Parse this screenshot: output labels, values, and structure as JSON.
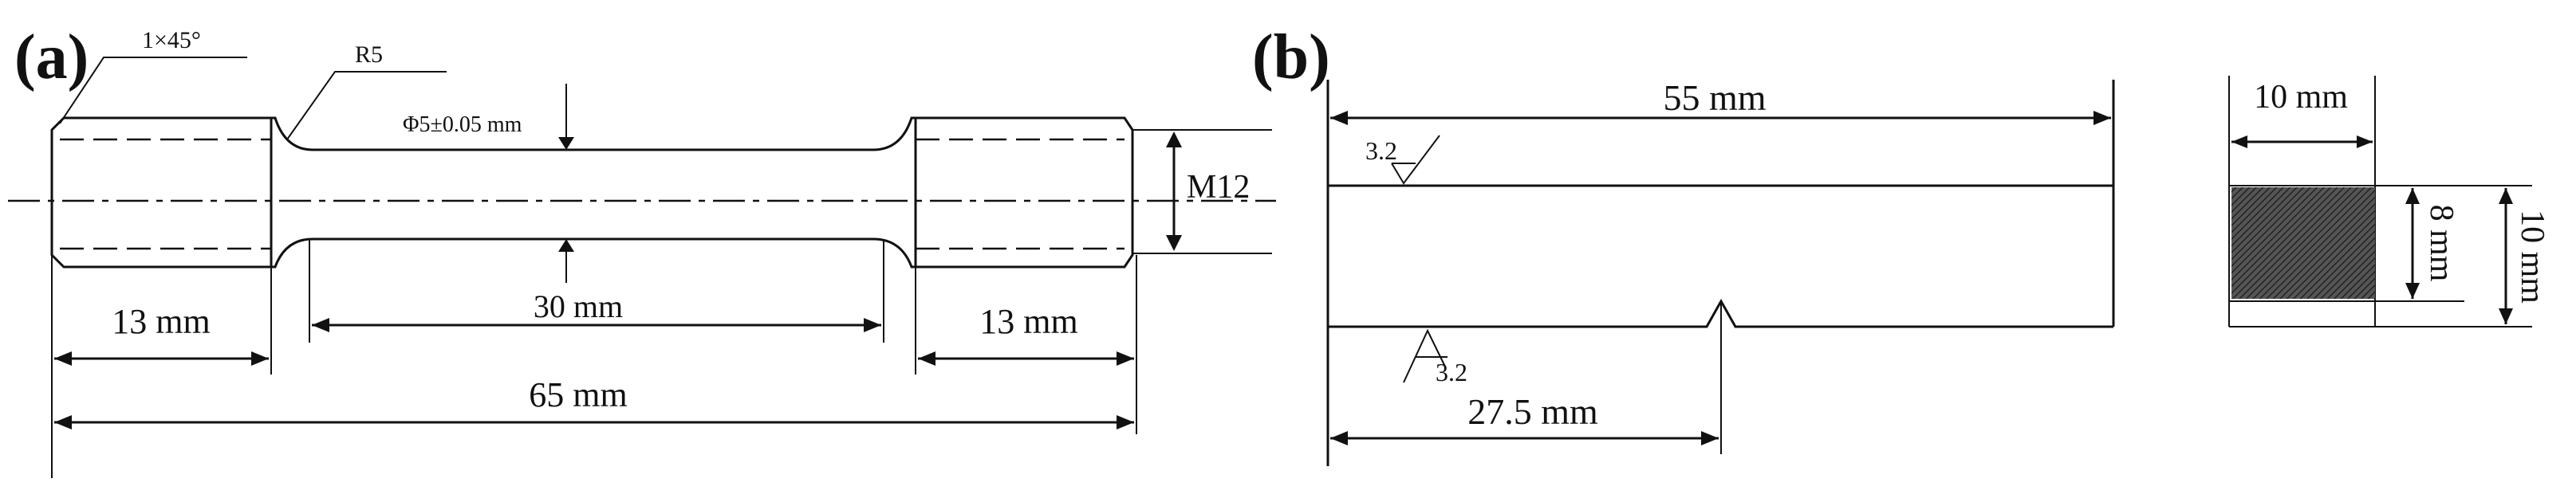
{
  "panel_a": {
    "label": "(a)",
    "chamfer": "1×45°",
    "radius": "R5",
    "diameter": "Φ5±0.05 mm",
    "thread": "M12",
    "left_grip": "13 mm",
    "gauge": "30 mm",
    "right_grip": "13 mm",
    "total": "65 mm"
  },
  "panel_b": {
    "label": "(b)",
    "length": "55 mm",
    "roughness_top": "3.2",
    "roughness_bottom": "3.2",
    "notch_position": "27.5 mm",
    "width": "10 mm",
    "ligament": "8 mm",
    "height": "10 mm"
  }
}
